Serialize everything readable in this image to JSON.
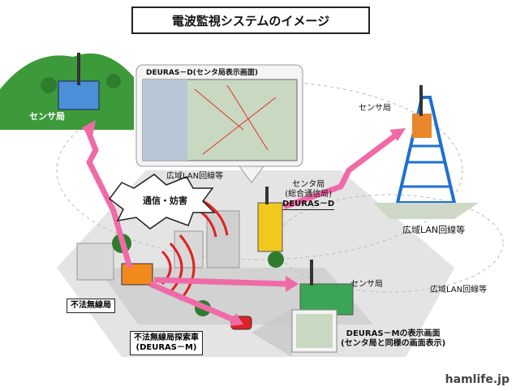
{
  "title": "電波監視システムのイメージ",
  "labels": {
    "sensor_station_left": "センサ局",
    "sensor_station_right": "センサ局",
    "sensor_station_bottom": "センサ局",
    "deuras_d_screen": "DEURAS－D(センタ局表示画面)",
    "wide_lan_1": "広域LAN回線等",
    "wide_lan_2": "広域LAN回線等",
    "wide_lan_3": "広域LAN回線等",
    "center_station_line1": "センタ局",
    "center_station_line2": "(総合通信局)",
    "center_station_line3": "DEURAS－D",
    "interference": "通信・妨害",
    "illegal_station": "不法無線局",
    "search_car_line1": "不法無線局探索車",
    "search_car_line2": "(DEURAS－M)",
    "deuras_m_line1": "DEURAS－Mの表示画面",
    "deuras_m_line2": "(センタ局と同様の画面表示)"
  },
  "watermark": "hamlife.jp",
  "colors": {
    "arrow_pink": "#f06aa8",
    "tower_blue": "#1f6fd1",
    "hill_green": "#3d9a3a",
    "ground_gray": "#dcdcdc",
    "building_yellow": "#f2c81e",
    "signal_red": "#e02020"
  }
}
